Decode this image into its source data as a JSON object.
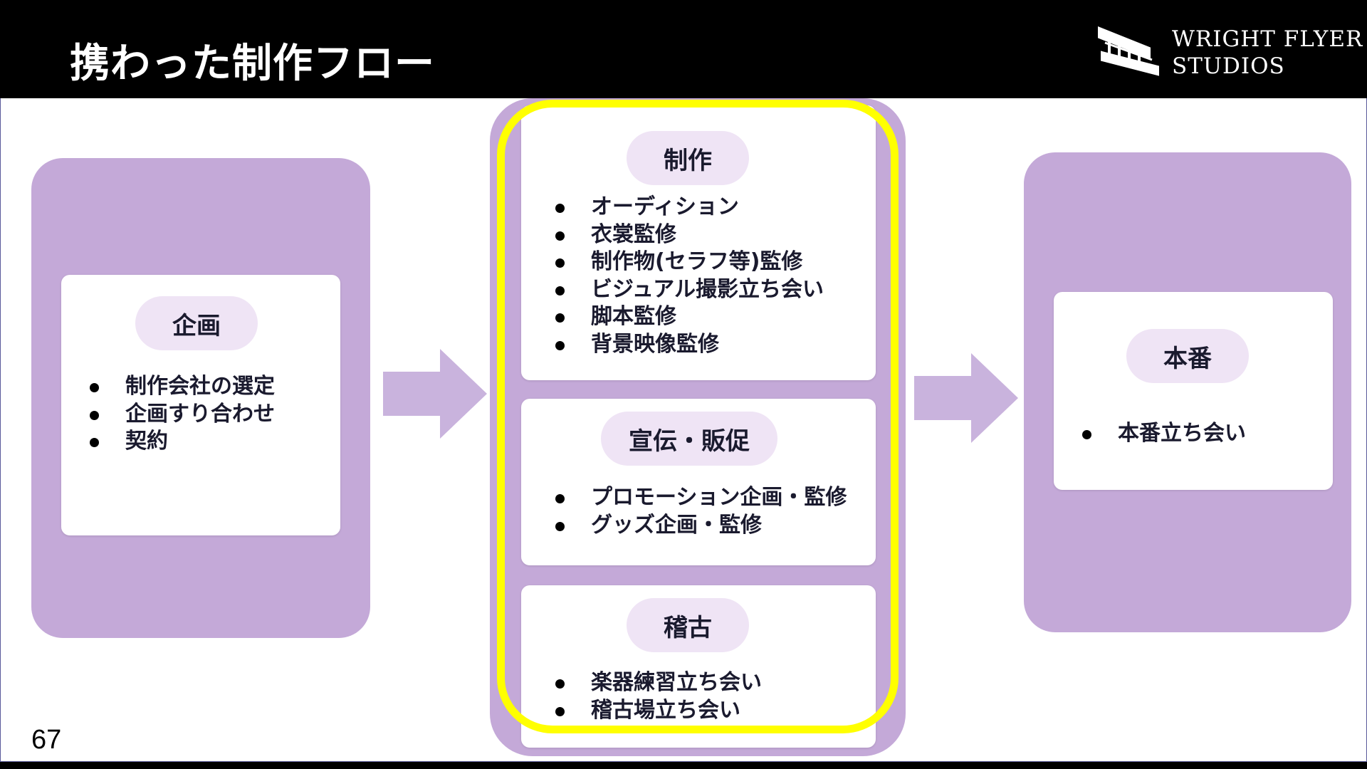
{
  "slide": {
    "title": "携わった制作フロー",
    "page_number": "67",
    "logo": {
      "line1": "WRIGHT FLYER",
      "line2": "STUDIOS",
      "icon": "biplane-logo-icon"
    },
    "colors": {
      "header_bg": "#000000",
      "panel": "#c4a9d8",
      "pill": "#efe4f5",
      "highlight": "#ffff00",
      "arrow": "#c9b3dd"
    }
  },
  "flow": {
    "planning": {
      "label": "企画",
      "items": [
        "制作会社の選定",
        "企画すり合わせ",
        "契約"
      ]
    },
    "production": {
      "sections": [
        {
          "label": "制作",
          "items": [
            "オーディション",
            "衣裳監修",
            "制作物(セラフ等)監修",
            "ビジュアル撮影立ち会い",
            "脚本監修",
            "背景映像監修"
          ]
        },
        {
          "label": "宣伝・販促",
          "items": [
            "プロモーション企画・監修",
            "グッズ企画・監修"
          ]
        },
        {
          "label": "稽古",
          "items": [
            "楽器練習立ち会い",
            "稽古場立ち会い"
          ]
        }
      ]
    },
    "performance": {
      "label": "本番",
      "items": [
        "本番立ち会い"
      ]
    }
  }
}
